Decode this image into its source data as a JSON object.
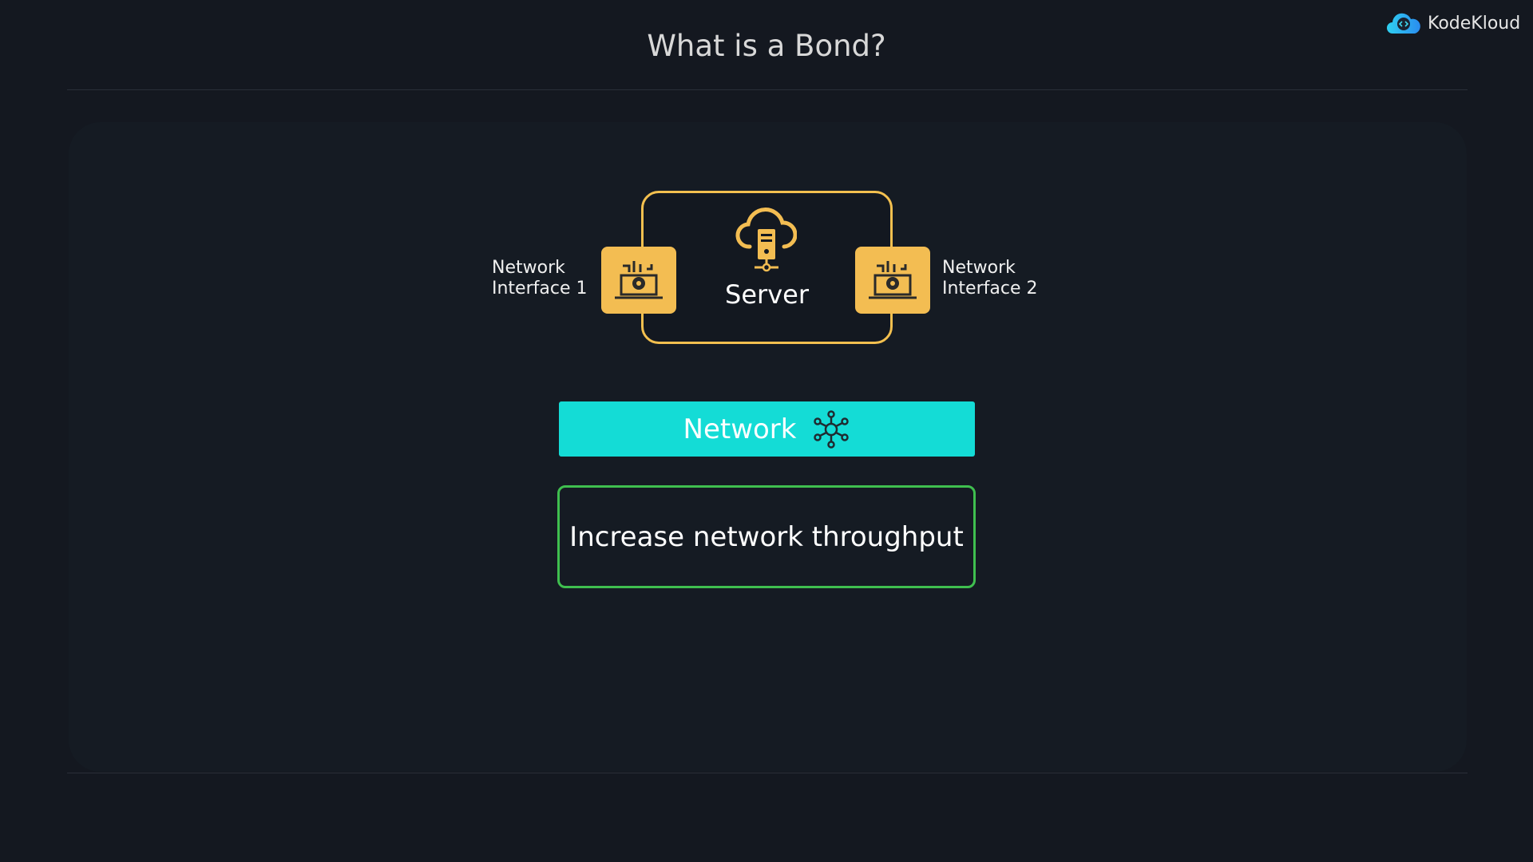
{
  "title": "What is a Bond?",
  "brand": {
    "name": "KodeKloud",
    "icon": "kodekloud-cloud-logo"
  },
  "diagram": {
    "server_label": "Server",
    "interface_1": [
      "Network",
      "Interface 1"
    ],
    "interface_2": [
      "Network",
      "Interface 2"
    ],
    "network_label": "Network",
    "benefit": "Increase network throughput"
  },
  "colors": {
    "accent_yellow": "#f3bd52",
    "network": "#14dcd6",
    "benefit_border": "#3fbf4f"
  }
}
